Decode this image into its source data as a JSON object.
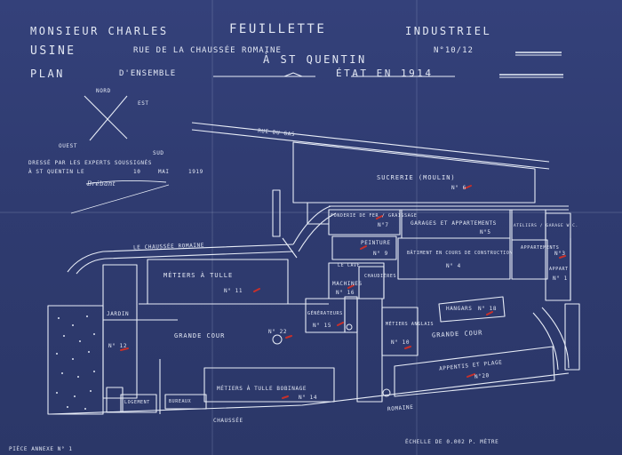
{
  "title": {
    "line1_left": "Monsieur Charles",
    "line1_name": "Feuillette",
    "line1_right": "Industriel",
    "line2_left": "Usine",
    "line2_address": "rue de la Chaussée Romaine",
    "line2_numbers": "n°10/12",
    "line3": "à St Quentin",
    "line4_left": "Plan",
    "line4_mid": "d'ensemble",
    "line4_right": "état en 1914"
  },
  "compass": {
    "nord": "Nord",
    "est": "Est",
    "ouest": "Ouest",
    "sud": "Sud"
  },
  "certification": {
    "line1": "Dressé par les experts soussignés",
    "line2": "à St Quentin le",
    "day": "10",
    "month": "Mai",
    "year": "1919"
  },
  "streets": {
    "rue_du_gas": "Rue du Gas",
    "rue_de_la_chaussee": "Le Chaussée Romaine",
    "chaussee_bottom_left": "Chaussée",
    "chaussee_bottom_right": "Romaine"
  },
  "buildings": {
    "b6": {
      "label": "Sucrerie (moulin)",
      "num": "N° 6"
    },
    "b7": {
      "label": "Fonderie de fer / Graissage",
      "num": "N°7"
    },
    "b5": {
      "label": "Garages et Appartements",
      "num": "N°5"
    },
    "b8": {
      "label": "Ateliers / Garage W.C.",
      "num": ""
    },
    "b9": {
      "label": "Peinture",
      "num": "N° 9"
    },
    "b4": {
      "label": "Bâtiment en cours de construction",
      "num": "N° 4"
    },
    "b3": {
      "label": "Appartements",
      "num": "N°3"
    },
    "b11": {
      "label": "Métiers à Tulle",
      "num": "N° 11"
    },
    "cave": {
      "label": "Le Cave",
      "num": ""
    },
    "b16": {
      "label": "Machines",
      "num": "N° 16"
    },
    "chaudieres": {
      "label": "Chaudières",
      "num": ""
    },
    "b15": {
      "label": "Générateurs",
      "num": "N° 15"
    },
    "b10": {
      "label": "Métiers Anglais",
      "num": "N° 10"
    },
    "b18": {
      "label": "Hangars",
      "num": "N° 18"
    },
    "b1": {
      "label": "Appart",
      "num": "N° 1"
    },
    "jardin": {
      "label": "Jardin",
      "num": ""
    },
    "b12": {
      "label": "",
      "num": "N° 12"
    },
    "b22": {
      "label": "",
      "num": "N° 22"
    },
    "b14": {
      "label": "Métiers à Tulle Bobinage",
      "num": "N° 14"
    },
    "b20": {
      "label": "Appentis et Plage",
      "num": "N°20"
    },
    "b13a": {
      "label": "Logement",
      "num": ""
    },
    "b13b": {
      "label": "Bureaux",
      "num": ""
    }
  },
  "yards": {
    "grande_cour_left": "Grande Cour",
    "grande_cour_right": "Grande Cour"
  },
  "footer": {
    "annexe": "Pièce annexe N° 1",
    "scale": "Échelle de 0.002 p. Mètre"
  },
  "colors": {
    "paper": "#2f3b6e",
    "ink": "#e3e8f4",
    "red": "#c8302a"
  }
}
